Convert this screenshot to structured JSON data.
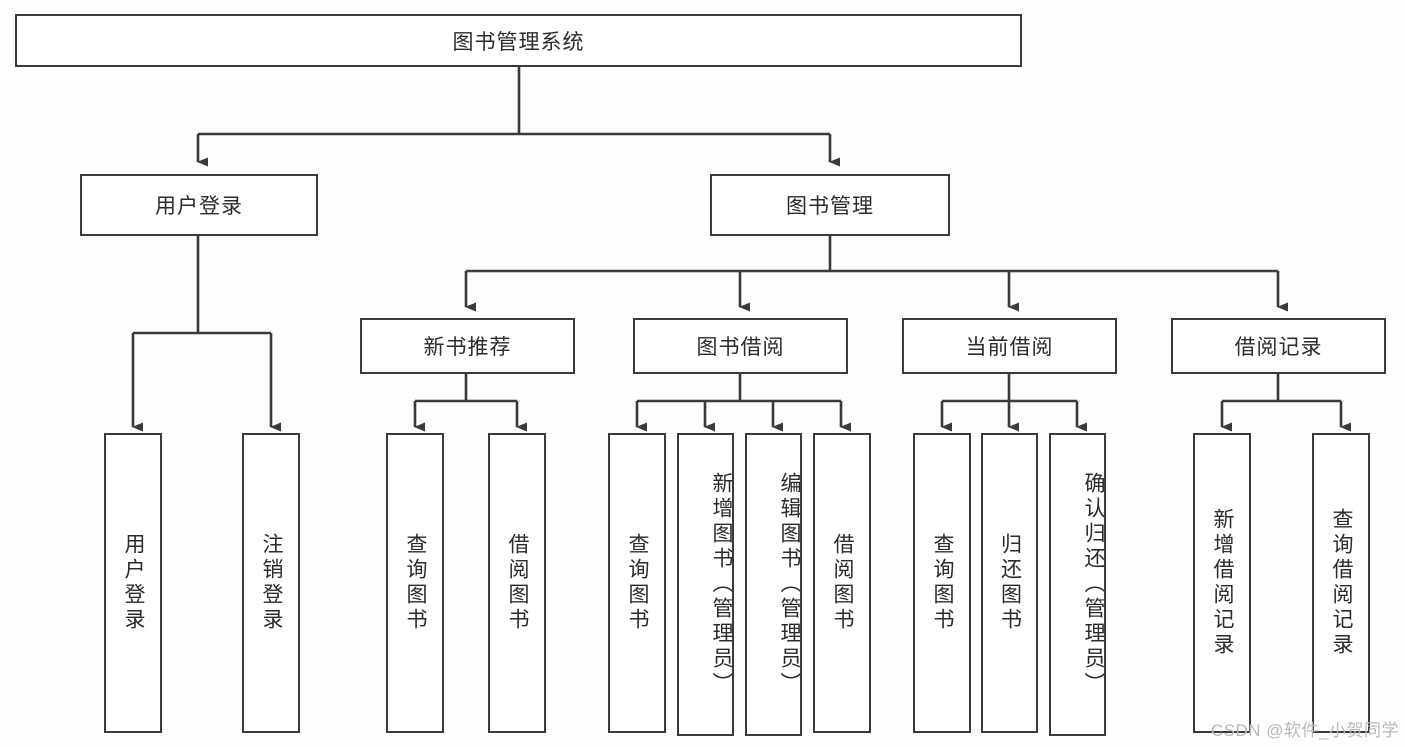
{
  "diagram": {
    "title": "图书管理系统",
    "type": "tree-hierarchy-diagram",
    "root": {
      "id": "root",
      "label": "图书管理系统"
    },
    "level2": [
      {
        "id": "user-login",
        "label": "用户登录"
      },
      {
        "id": "book-management",
        "label": "图书管理"
      }
    ],
    "level3": [
      {
        "id": "new-book-recommend",
        "label": "新书推荐"
      },
      {
        "id": "book-borrow",
        "label": "图书借阅"
      },
      {
        "id": "current-borrow",
        "label": "当前借阅"
      },
      {
        "id": "borrow-record",
        "label": "借阅记录"
      }
    ],
    "leaves": {
      "user_login": [
        {
          "id": "leaf-user-login",
          "label": "用户登录"
        },
        {
          "id": "leaf-logout-login",
          "label": "注销登录"
        }
      ],
      "new_book_recommend": [
        {
          "id": "leaf-query-book-1",
          "label": "查询图书"
        },
        {
          "id": "leaf-borrow-book-1",
          "label": "借阅图书"
        }
      ],
      "book_borrow": [
        {
          "id": "leaf-query-book-2",
          "label": "查询图书"
        },
        {
          "id": "leaf-add-book",
          "label": "新增图书（管理员）"
        },
        {
          "id": "leaf-edit-book",
          "label": "编辑图书（管理员）"
        },
        {
          "id": "leaf-borrow-book-2",
          "label": "借阅图书"
        }
      ],
      "current_borrow": [
        {
          "id": "leaf-query-book-3",
          "label": "查询图书"
        },
        {
          "id": "leaf-return-book",
          "label": "归还图书"
        },
        {
          "id": "leaf-confirm-return",
          "label": "确认归还（管理员）"
        }
      ],
      "borrow_record": [
        {
          "id": "leaf-add-record",
          "label": "新增借阅记录"
        },
        {
          "id": "leaf-query-record",
          "label": "查询借阅记录"
        }
      ]
    }
  },
  "watermark": {
    "text": "CSDN @软件_小贺同学"
  },
  "colors": {
    "line": "#3a3a3a",
    "box_fill": "#ffffff",
    "text": "#2b2b2b",
    "background": "#fdfdfd",
    "watermark": "#b9b9b9"
  }
}
